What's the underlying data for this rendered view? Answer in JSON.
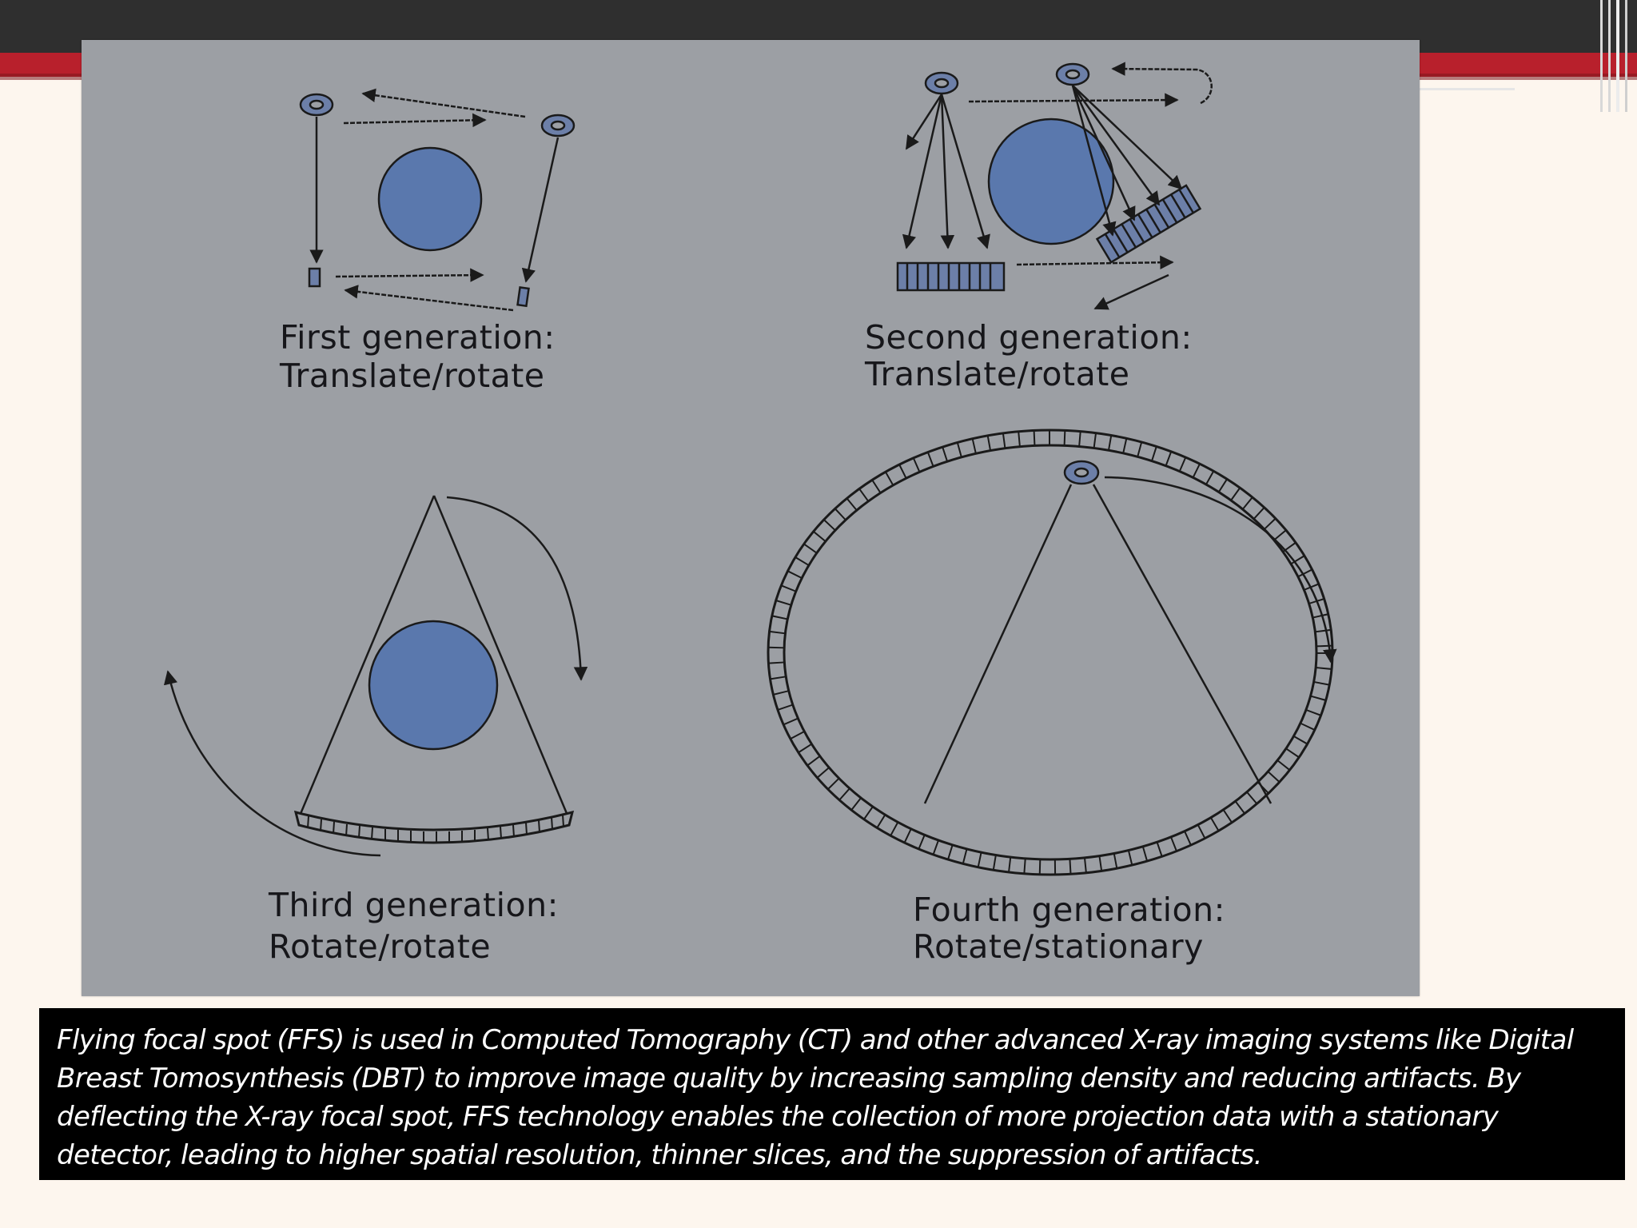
{
  "slide": {
    "theme_colors": {
      "background": "#fdf6ee",
      "header": "#2f2f2f",
      "accent": "#b8202c",
      "photo": "#9c9fa4",
      "object": "#5a78ad"
    },
    "diagram": {
      "panels": [
        {
          "id": "first",
          "title": "First generation:",
          "subtitle": "Translate/rotate"
        },
        {
          "id": "second",
          "title": "Second generation:",
          "subtitle": "Translate/rotate"
        },
        {
          "id": "third",
          "title": "Third generation:",
          "subtitle": "Rotate/rotate"
        },
        {
          "id": "fourth",
          "title": "Fourth generation:",
          "subtitle": "Rotate/stationary"
        }
      ]
    },
    "caption": "Flying focal spot (FFS) is used in Computed Tomography (CT) and other advanced X-ray imaging systems like Digital Breast Tomosynthesis (DBT) to improve image quality by increasing sampling density and reducing artifacts. By deflecting the X-ray focal spot, FFS technology enables the collection of more projection data with a stationary detector, leading to higher spatial resolution, thinner slices, and the suppression of artifacts."
  }
}
